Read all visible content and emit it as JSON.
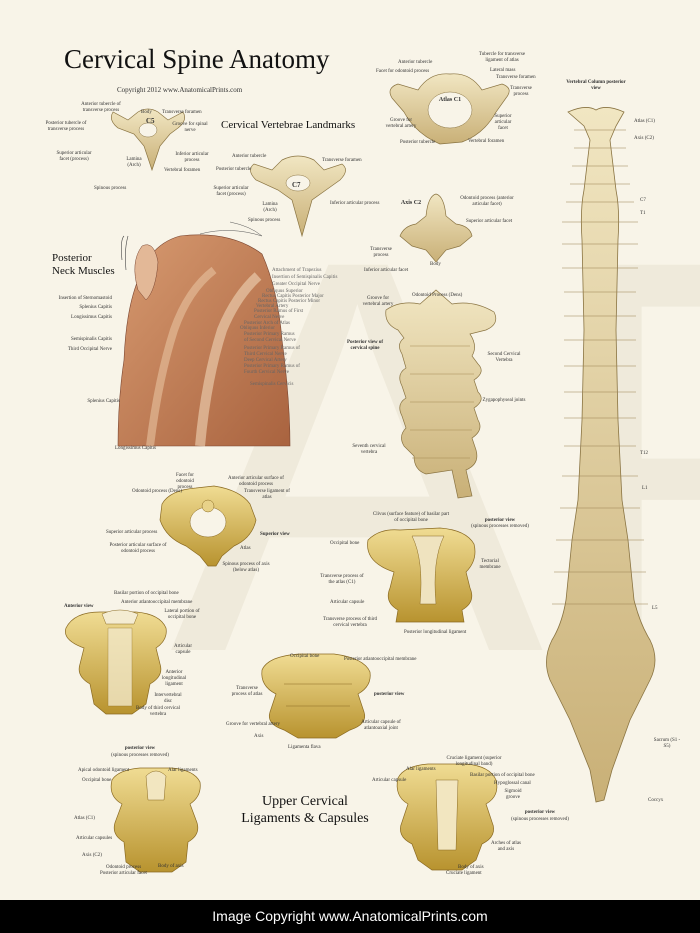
{
  "title": "Cervical Spine Anatomy",
  "copyright": "Copyright 2012 www.AnatomicalPrints.com",
  "footer": "Image Copyright www.AnatomicalPrints.com",
  "watermark": "AP",
  "colors": {
    "bone": "#e6d7a8",
    "bone_dark": "#b89a55",
    "muscle": "#c98a62",
    "background": "#f8f4e8"
  },
  "sections": {
    "landmarks": "Cervical Vertebrae Landmarks",
    "neck_muscles": "Posterior Neck Muscles",
    "vertebral_column": "Vertebral Column posterior view",
    "upper_ligaments": "Upper Cervical Ligaments & Capsules"
  },
  "c5": {
    "name": "C5",
    "labels": [
      "Anterior tubercle of transverse process",
      "Body",
      "Transverse foramen",
      "Posterior tubercle of transverse process",
      "Groove for spinal nerve",
      "Superior articular facet (process)",
      "Inferior articular process",
      "Lamina (Arch)",
      "Vertebral foramen",
      "Spinous process"
    ]
  },
  "c7": {
    "name": "C7",
    "labels": [
      "Anterior tubercle",
      "Transverse foramen",
      "Posterior tubercle",
      "Superior articular facet (process)",
      "Inferior articular process",
      "Lamina (Arch)",
      "Spinous process"
    ]
  },
  "atlas": {
    "name": "Atlas C1",
    "labels": [
      "Anterior tubercle",
      "Tubercle for transverse ligament of atlas",
      "Facet for odontoid process",
      "Lateral mass",
      "Transverse foramen",
      "Transverse process",
      "Superior articular facet",
      "Groove for vertebral artery",
      "Posterior tubercle",
      "Vertebral foramen"
    ]
  },
  "axis": {
    "name": "Axis C2",
    "labels": [
      "Odontoid process (anterior articular facet)",
      "Superior articular facet",
      "Transverse process",
      "Inferior articular facet",
      "Body"
    ]
  },
  "muscles": {
    "left_labels": [
      "Insertion of Sternomastoid",
      "Splenius Capitis",
      "Longissimus Capitis",
      "Semispinalis Capitis",
      "Third Occipital Nerve",
      "Splenius Capitis",
      "Longissimus Capitis"
    ],
    "right_labels": [
      "Attachment of Trapezius",
      "Insertion of Semispinalis Capitis",
      "Greater Occipital Nerve",
      "Obliquus Superior",
      "Rectus Capitis Posterior Major",
      "Rectus Capitis Posterior Minor",
      "Vertebral Artery",
      "Posterior Ramus of First Cervical Nerve",
      "Posterior Arch of Atlas",
      "Obliquus Inferior",
      "Posterior Primary Ramus of Second Cervical Nerve",
      "Posterior Primary Ramus of Third Cervical Nerve",
      "Deep Cervical Artery",
      "Posterior Primary Ramus of Fourth Cervical Nerve",
      "Semispinalis Cervicis"
    ]
  },
  "cervical_spine": {
    "title": "Posterior view of cervical spine",
    "labels": [
      "Groove for vertebral artery",
      "Odontoid Process (Dens)",
      "Second Cervical Vertebra",
      "Zygapophyseal joints",
      "Seventh cervical vertebra"
    ]
  },
  "column": {
    "labels": [
      "Atlas (C1)",
      "Axis (C2)",
      "C7",
      "T1",
      "T12",
      "L1",
      "L5",
      "Sacrum (S1 - S5)",
      "Coccyx"
    ]
  },
  "superior": {
    "title": "Superior view",
    "labels": [
      "Facet for odontoid process",
      "Anterior articular surface of odontoid process",
      "Odontoid process (Dens)",
      "Transverse ligament of atlas",
      "Superior articular process",
      "Posterior articular surface of odontoid process",
      "Atlas",
      "Spinous process of axis (below atlas)"
    ]
  },
  "posterior_removed": {
    "title": "posterior view",
    "subtitle": "(spinous processes removed)",
    "labels": [
      "Clivus (surface feature) of basilar part of occipital bone",
      "Occipital bone",
      "Tectorial membrane",
      "Transverse process of the atlas (C1)",
      "Articular capsule",
      "Transverse process of third cervical vertebra",
      "Posterior longitudinal ligament"
    ]
  },
  "anterior": {
    "title": "Anterior view",
    "labels": [
      "Basilar portion of occipital bone",
      "Anterior atlantooccipital membrane",
      "Lateral portion of occipital bone",
      "Articular capsule",
      "Anterior longitudinal ligament",
      "Intervertebral disc",
      "Body of third cervical vertebra"
    ]
  },
  "posterior_mid": {
    "title": "posterior view",
    "labels": [
      "Occipital bone",
      "Posterior atlantooccipital membrane",
      "Transverse process of atlas",
      "Groove for vertebral artery",
      "Articular capsule of atlantoaxial joint",
      "Axis",
      "Ligamenta flava"
    ]
  },
  "bottom_left": {
    "title": "posterior view",
    "subtitle": "(spinous processes removed)",
    "labels": [
      "Apical odontoid ligament",
      "Alar ligaments",
      "Occipital bone",
      "Atlas (C1)",
      "Articular capsules",
      "Axis (C2)",
      "Odontoid process",
      "Posterior articular facet",
      "Body of axis"
    ]
  },
  "bottom_right": {
    "title": "posterior view",
    "subtitle": "(spinous processes removed)",
    "labels": [
      "Alar ligaments",
      "Cruciate ligament (superior longitudinal band)",
      "Articular capsule",
      "Basilar portion of occipital bone",
      "Hypoglossal canal",
      "Sigmoid groove",
      "Arches of atlas and axis",
      "Body of axis",
      "Cruciate ligament"
    ]
  }
}
